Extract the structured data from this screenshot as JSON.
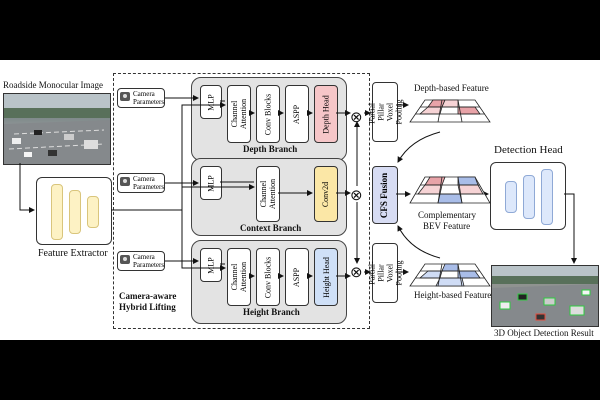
{
  "labels": {
    "input_image": "Roadside Monocular Image",
    "feature_extractor": "Feature Extractor",
    "camera_parameters": "Camera Parameters",
    "mlp": "MLP",
    "channel_attention": "Channel Attention",
    "conv_blocks": "Conv Blocks",
    "aspp": "ASPP",
    "depth_head": "Depth Head",
    "conv2d": "Conv2d",
    "height_head": "Height Head",
    "depth_branch": "Depth Branch",
    "context_branch": "Context Branch",
    "height_branch": "Height Branch",
    "hybrid_lifting_line1": "Camera-aware",
    "hybrid_lifting_line2": "Hybrid Lifting",
    "voxel_pooling": "Partial-Pillar Voxel Pooling",
    "depth_feature": "Depth-based Feature",
    "height_feature": "Height-based Feature",
    "cfs_fusion": "CFS Fusion",
    "complementary_line1": "Complementary",
    "complementary_line2": "BEV Feature",
    "detection_head": "Detection Head",
    "result": "3D Object Detection Result",
    "multiply_symbol": "⊗"
  },
  "colors": {
    "depth_head": "#f6c6c8",
    "conv2d": "#fbe7a6",
    "height_head": "#cfe0f7",
    "cfs_fusion": "#d7dcf3",
    "feature_bars": "#fdf2c4",
    "detection_bars": "#dde8fb",
    "branch_bg": "#e3e3e3"
  },
  "icons": [
    "camera-icon",
    "multiply-icon",
    "arrow-icon"
  ]
}
